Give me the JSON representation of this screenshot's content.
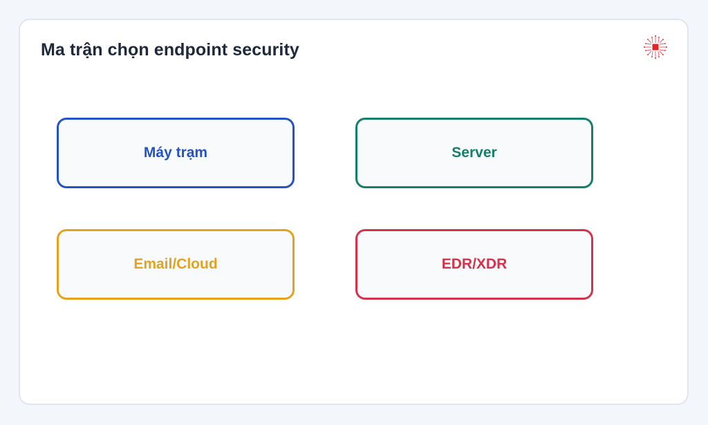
{
  "title": "Ma trận chọn endpoint security",
  "logo": {
    "icon": "circuit-chip-icon",
    "color": "#e0242a"
  },
  "boxes": [
    {
      "label": "Máy trạm",
      "color": "#2353c4"
    },
    {
      "label": "Server",
      "color": "#15806a"
    },
    {
      "label": "Email/Cloud",
      "color": "#e5a21b"
    },
    {
      "label": "EDR/XDR",
      "color": "#d5334b"
    }
  ]
}
